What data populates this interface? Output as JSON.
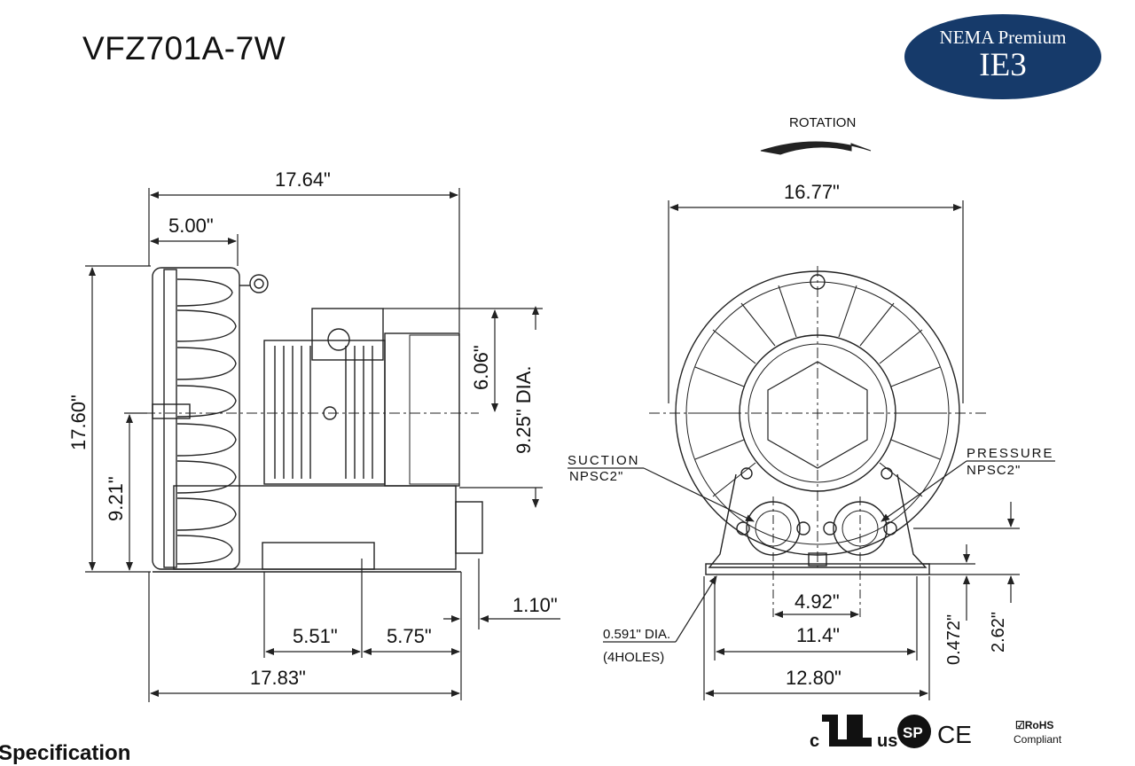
{
  "title": "VFZ701A-7W",
  "badge": {
    "top": "NEMA Premium",
    "main": "IE3"
  },
  "side_view": {
    "overall_length": "17.64\"",
    "impeller_section": "5.00\"",
    "height": "17.60\"",
    "center_height": "9.21\"",
    "motor_half": "6.06\"",
    "motor_dia": "9.25\" DIA.",
    "base_offset": "1.10\"",
    "base_a": "5.51\"",
    "base_b": "5.75\"",
    "base_total": "17.83\""
  },
  "front_view": {
    "rotation_label": "ROTATION",
    "width": "16.77\"",
    "suction_label": "SUCTION",
    "suction_size": "NPSC2\"",
    "pressure_label": "PRESSURE",
    "pressure_size": "NPSC2\"",
    "port_spacing": "4.92\"",
    "hole_spacing": "11.4\"",
    "base_width": "12.80\"",
    "hole_dia": "0.591\" DIA.",
    "hole_count": "(4HOLES)",
    "foot_height": "0.472\"",
    "port_height": "2.62\""
  },
  "certifications": {
    "c_mark": "c",
    "us_mark": "us",
    "csa": "SP",
    "ce": "CE",
    "rohs": "☑RoHS",
    "rohs_sub": "Compliant"
  },
  "spec_heading": "Specification"
}
